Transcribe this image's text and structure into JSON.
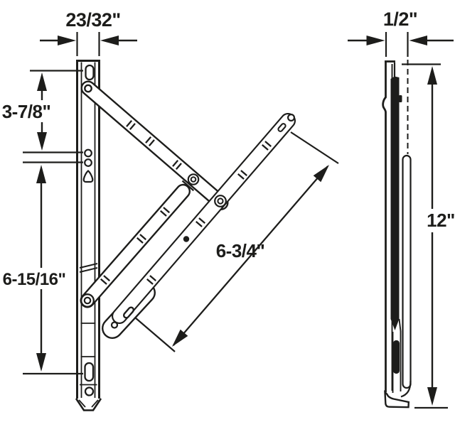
{
  "colors": {
    "ink": "#1d1d1b",
    "background": "#ffffff"
  },
  "front_view": {
    "track_width": "23/32\"",
    "upper_span": "3-7/8\"",
    "lower_span": "6-15/16\"",
    "arm_length": "6-3/4\""
  },
  "side_view": {
    "thickness": "1/2\"",
    "overall_length": "12\""
  }
}
